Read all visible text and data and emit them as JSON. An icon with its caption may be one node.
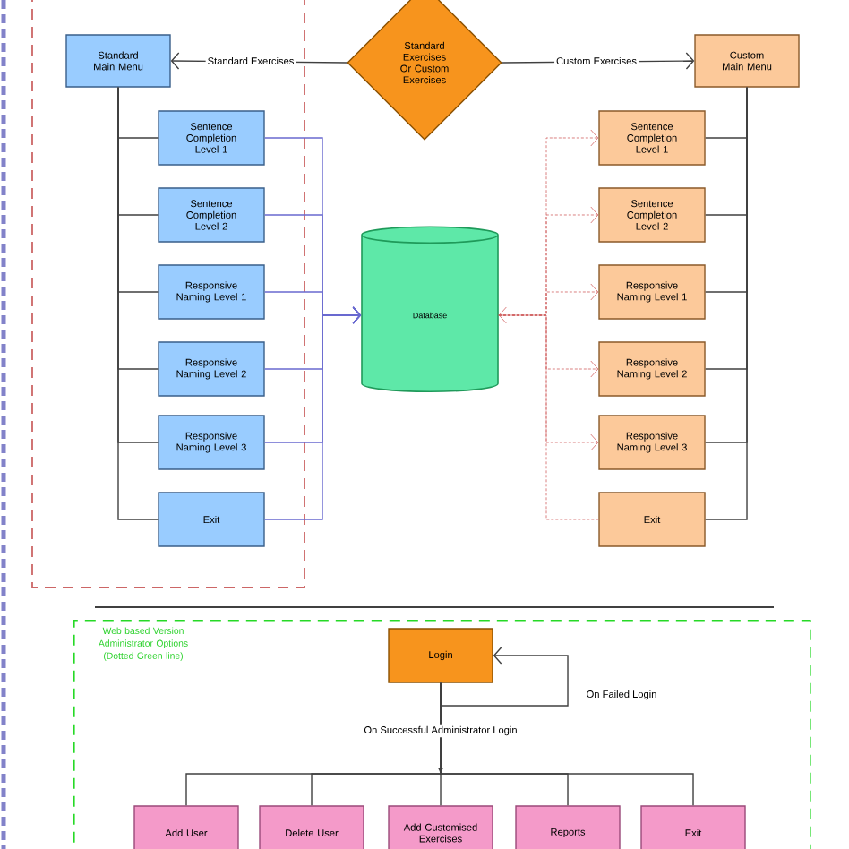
{
  "diagram": {
    "nodes": [
      {
        "text": [
          "Standard Exercises Or Custom Exercises"
        ]
      },
      {
        "text": [
          "Standard Main Menu"
        ]
      },
      {
        "text": [
          "Custom Main Menu"
        ]
      },
      {
        "text": [
          "Sentence Completion Level 1"
        ]
      },
      {
        "text": [
          "Sentence Completion Level 2"
        ]
      },
      {
        "text": [
          "Responsive Naming Level 1"
        ]
      },
      {
        "text": [
          "Responsive Naming Level 2"
        ]
      },
      {
        "text": [
          "Responsive Naming Level 3"
        ]
      },
      {
        "text": [
          "Exit"
        ]
      },
      {
        "text": [
          "Database"
        ]
      },
      {
        "text": [
          "Sentence Completion Level 1"
        ]
      },
      {
        "text": [
          "Sentence Completion Level 2"
        ]
      },
      {
        "text": [
          "Responsive Naming Level 1"
        ]
      },
      {
        "text": [
          "Responsive Naming Level 2"
        ]
      },
      {
        "text": [
          "Responsive Naming Level 3"
        ]
      },
      {
        "text": [
          "Exit"
        ]
      },
      {
        "text": [
          "Web based Version Administrator Options (Dotted Green line)"
        ]
      },
      {
        "text": [
          "Login"
        ],
        "in": 16
      },
      {
        "text": [
          "Add User"
        ],
        "in": 16
      },
      {
        "text": [
          "Delete User"
        ],
        "in": 16
      },
      {
        "text": [
          "Add Customised Exercises"
        ],
        "in": 16
      },
      {
        "text": [
          "Reports"
        ],
        "in": 16
      },
      {
        "text": [
          "Exit"
        ],
        "in": 16
      }
    ],
    "edges": [
      {
        "from": 0,
        "to": 1,
        "arrow": "to",
        "label": "Standard Exercises"
      },
      {
        "from": 0,
        "to": 2,
        "arrow": "to",
        "label": "Custom Exercises"
      },
      {
        "from": 1,
        "to": 3,
        "arrow": "none"
      },
      {
        "from": 1,
        "to": 4,
        "arrow": "none"
      },
      {
        "from": 1,
        "to": 5,
        "arrow": "none"
      },
      {
        "from": 1,
        "to": 6,
        "arrow": "none"
      },
      {
        "from": 1,
        "to": 7,
        "arrow": "none"
      },
      {
        "from": 1,
        "to": 8,
        "arrow": "none"
      },
      {
        "from": 2,
        "to": 10,
        "arrow": "none"
      },
      {
        "from": 2,
        "to": 11,
        "arrow": "none"
      },
      {
        "from": 2,
        "to": 12,
        "arrow": "none"
      },
      {
        "from": 2,
        "to": 13,
        "arrow": "none"
      },
      {
        "from": 2,
        "to": 14,
        "arrow": "none"
      },
      {
        "from": 2,
        "to": 15,
        "arrow": "none"
      },
      {
        "from": 3,
        "to": 9,
        "arrow": "to",
        "color": "#6a6ad0"
      },
      {
        "from": 4,
        "to": 9,
        "arrow": "to",
        "color": "#6a6ad0"
      },
      {
        "from": 5,
        "to": 9,
        "arrow": "to",
        "color": "#6a6ad0"
      },
      {
        "from": 6,
        "to": 9,
        "arrow": "to",
        "color": "#6a6ad0"
      },
      {
        "from": 7,
        "to": 9,
        "arrow": "to",
        "color": "#6a6ad0"
      },
      {
        "from": 8,
        "to": 9,
        "arrow": "to",
        "color": "#6a6ad0"
      },
      {
        "from": 9,
        "to": 10,
        "arrow": "to",
        "style": "dashed",
        "color": "#d06060"
      },
      {
        "from": 9,
        "to": 11,
        "arrow": "to",
        "style": "dashed",
        "color": "#d06060"
      },
      {
        "from": 9,
        "to": 12,
        "arrow": "to",
        "style": "dashed",
        "color": "#d06060"
      },
      {
        "from": 9,
        "to": 13,
        "arrow": "to",
        "style": "dashed",
        "color": "#d06060"
      },
      {
        "from": 9,
        "to": 14,
        "arrow": "to",
        "style": "dashed",
        "color": "#d06060"
      },
      {
        "from": 15,
        "to": 9,
        "arrow": "to",
        "style": "dashed",
        "color": "#d06060"
      },
      {
        "from": 17,
        "to": 17,
        "arrow": "to",
        "label": "On Failed Login"
      },
      {
        "from": 17,
        "to": 18,
        "arrow": "none"
      },
      {
        "from": 17,
        "to": 19,
        "arrow": "none"
      },
      {
        "from": 17,
        "to": 20,
        "arrow": "none",
        "label": "On Successful Administrator Login"
      },
      {
        "from": 17,
        "to": 21,
        "arrow": "none"
      },
      {
        "from": 17,
        "to": 22,
        "arrow": "none"
      }
    ]
  }
}
